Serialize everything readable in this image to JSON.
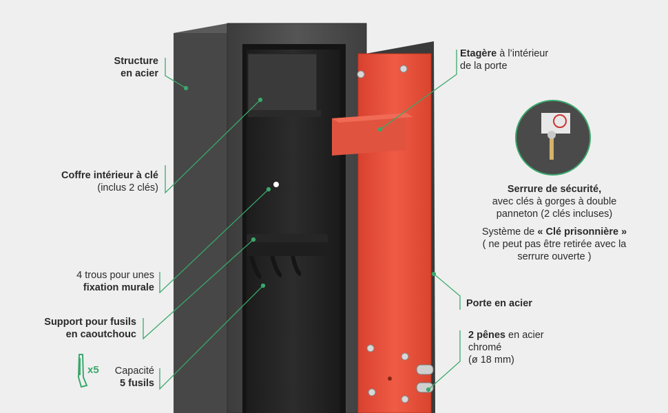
{
  "accent": "#3aa86b",
  "safe_color": "#4a4a4a",
  "door_color": "#e8503c",
  "labels": {
    "structure_1": "Structure",
    "structure_2": "en acier",
    "coffre_1": "Coffre intérieur à clé",
    "coffre_2": "(inclus 2 clés)",
    "trous_1": "4 trous pour unes",
    "trous_2": "fixation murale",
    "support_1": "Support pour fusils",
    "support_2": "en caoutchouc",
    "capacite_multiplier": "x5",
    "capacite_1": "Capacité",
    "capacite_2": "5 fusils",
    "etagere_bold": "Etagère",
    "etagere_1": "à l’intérieur",
    "etagere_2": "de la porte",
    "serrure_title": "Serrure de sécurité,",
    "serrure_1": "avec clés à gorges à double",
    "serrure_2": "panneton (2 clés incluses)",
    "systeme_prefix": "Système de",
    "systeme_bold": "« Clé prisonnière »",
    "systeme_2": "( ne peut pas être retirée avec la",
    "systeme_3": "serrure ouverte )",
    "porte": "Porte en acier",
    "penes_bold": "2 pênes",
    "penes_1": "en acier",
    "penes_2": "chromé",
    "penes_3": "(ø 18 mm)"
  },
  "icons": [
    "rifle-icon",
    "key-lock-icon"
  ]
}
